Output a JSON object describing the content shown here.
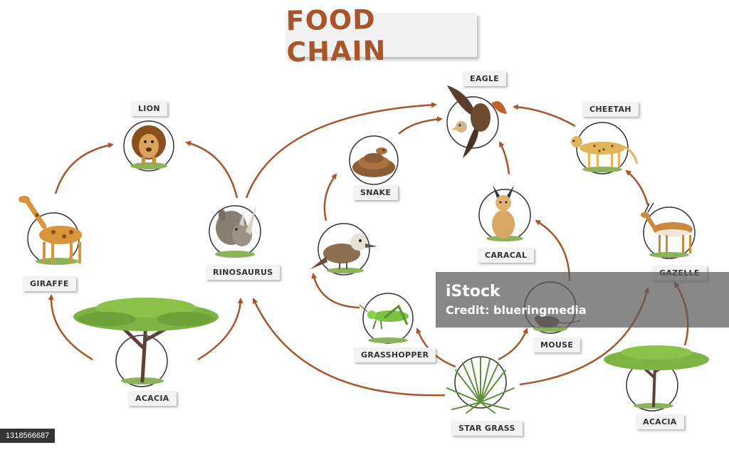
{
  "title": "FOOD CHAIN",
  "colors": {
    "arrow": "#a8552a",
    "title": "#a8552a",
    "ring": "#333333",
    "tree_canopy": "#7cb342",
    "tree_trunk": "#5d4037"
  },
  "organisms": [
    {
      "id": "lion",
      "label": "LION",
      "icon": "lion-icon"
    },
    {
      "id": "giraffe",
      "label": "GIRAFFE",
      "icon": "giraffe-icon"
    },
    {
      "id": "rinosaurus",
      "label": "RINOSAURUS",
      "icon": "rhino-icon"
    },
    {
      "id": "acacia-left",
      "label": "ACACIA",
      "icon": "acacia-tree-icon"
    },
    {
      "id": "eagle",
      "label": "EAGLE",
      "icon": "eagle-icon"
    },
    {
      "id": "snake",
      "label": "SNAKE",
      "icon": "snake-icon"
    },
    {
      "id": "bird",
      "label": "",
      "icon": "kookaburra-icon"
    },
    {
      "id": "grasshopper",
      "label": "GRASSHOPPER",
      "icon": "grasshopper-icon"
    },
    {
      "id": "caracal",
      "label": "CARACAL",
      "icon": "caracal-icon"
    },
    {
      "id": "mouse",
      "label": "MOUSE",
      "icon": "mouse-icon"
    },
    {
      "id": "star-grass",
      "label": "STAR GRASS",
      "icon": "star-grass-icon"
    },
    {
      "id": "cheetah",
      "label": "CHEETAH",
      "icon": "cheetah-icon"
    },
    {
      "id": "gazelle",
      "label": "GAZELLE",
      "icon": "gazelle-icon"
    },
    {
      "id": "acacia-right",
      "label": "ACACIA",
      "icon": "acacia-tree-icon"
    }
  ],
  "links": [
    [
      "giraffe",
      "lion"
    ],
    [
      "rinosaurus",
      "lion"
    ],
    [
      "acacia-left",
      "giraffe"
    ],
    [
      "acacia-left",
      "rinosaurus"
    ],
    [
      "rinosaurus",
      "eagle"
    ],
    [
      "snake",
      "eagle"
    ],
    [
      "caracal",
      "eagle"
    ],
    [
      "cheetah",
      "eagle"
    ],
    [
      "bird",
      "snake"
    ],
    [
      "grasshopper",
      "bird"
    ],
    [
      "star-grass",
      "grasshopper"
    ],
    [
      "star-grass",
      "mouse"
    ],
    [
      "mouse",
      "caracal"
    ],
    [
      "star-grass",
      "rinosaurus"
    ],
    [
      "star-grass",
      "gazelle"
    ],
    [
      "acacia-right",
      "gazelle"
    ],
    [
      "gazelle",
      "cheetah"
    ]
  ],
  "watermark": {
    "brand": "iStock",
    "credit": "Credit: blueringmedia"
  },
  "stock_id": "1318566687"
}
